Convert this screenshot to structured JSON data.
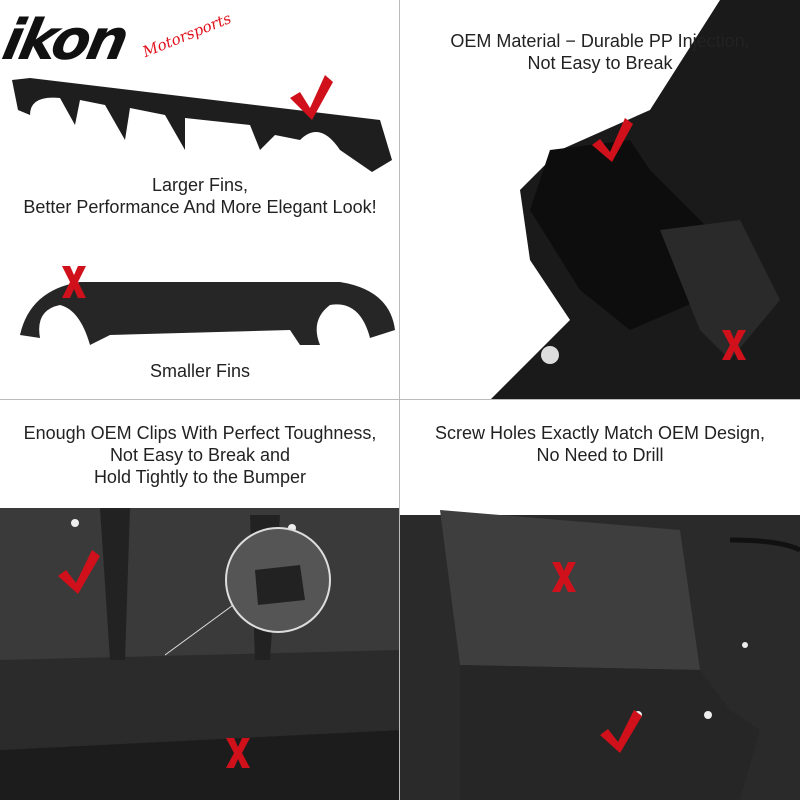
{
  "brand": {
    "logo_text": "ikon",
    "logo_sub": "Motorsports"
  },
  "panels": [
    {
      "id": "fins",
      "captions_top": [
        "Larger Fins,",
        "Better Performance And More Elegant Look!"
      ],
      "caption_bottom": "Smaller Fins"
    },
    {
      "id": "material",
      "captions": [
        "OEM Material − Durable PP Injection,",
        "Not Easy to Break"
      ]
    },
    {
      "id": "clips",
      "captions": [
        "Enough OEM Clips With Perfect Toughness,",
        "Not Easy to Break and",
        "Hold Tightly to the Bumper"
      ]
    },
    {
      "id": "screw-holes",
      "captions": [
        "Screw Holes Exactly Match OEM Design,",
        "No Need to Drill"
      ]
    }
  ],
  "colors": {
    "check": "#d0111b",
    "cross": "#d0111b",
    "product": "#1e1e1e",
    "divider": "#bbbbbb"
  },
  "icons": [
    "check-mark-icon",
    "cross-mark-icon"
  ]
}
